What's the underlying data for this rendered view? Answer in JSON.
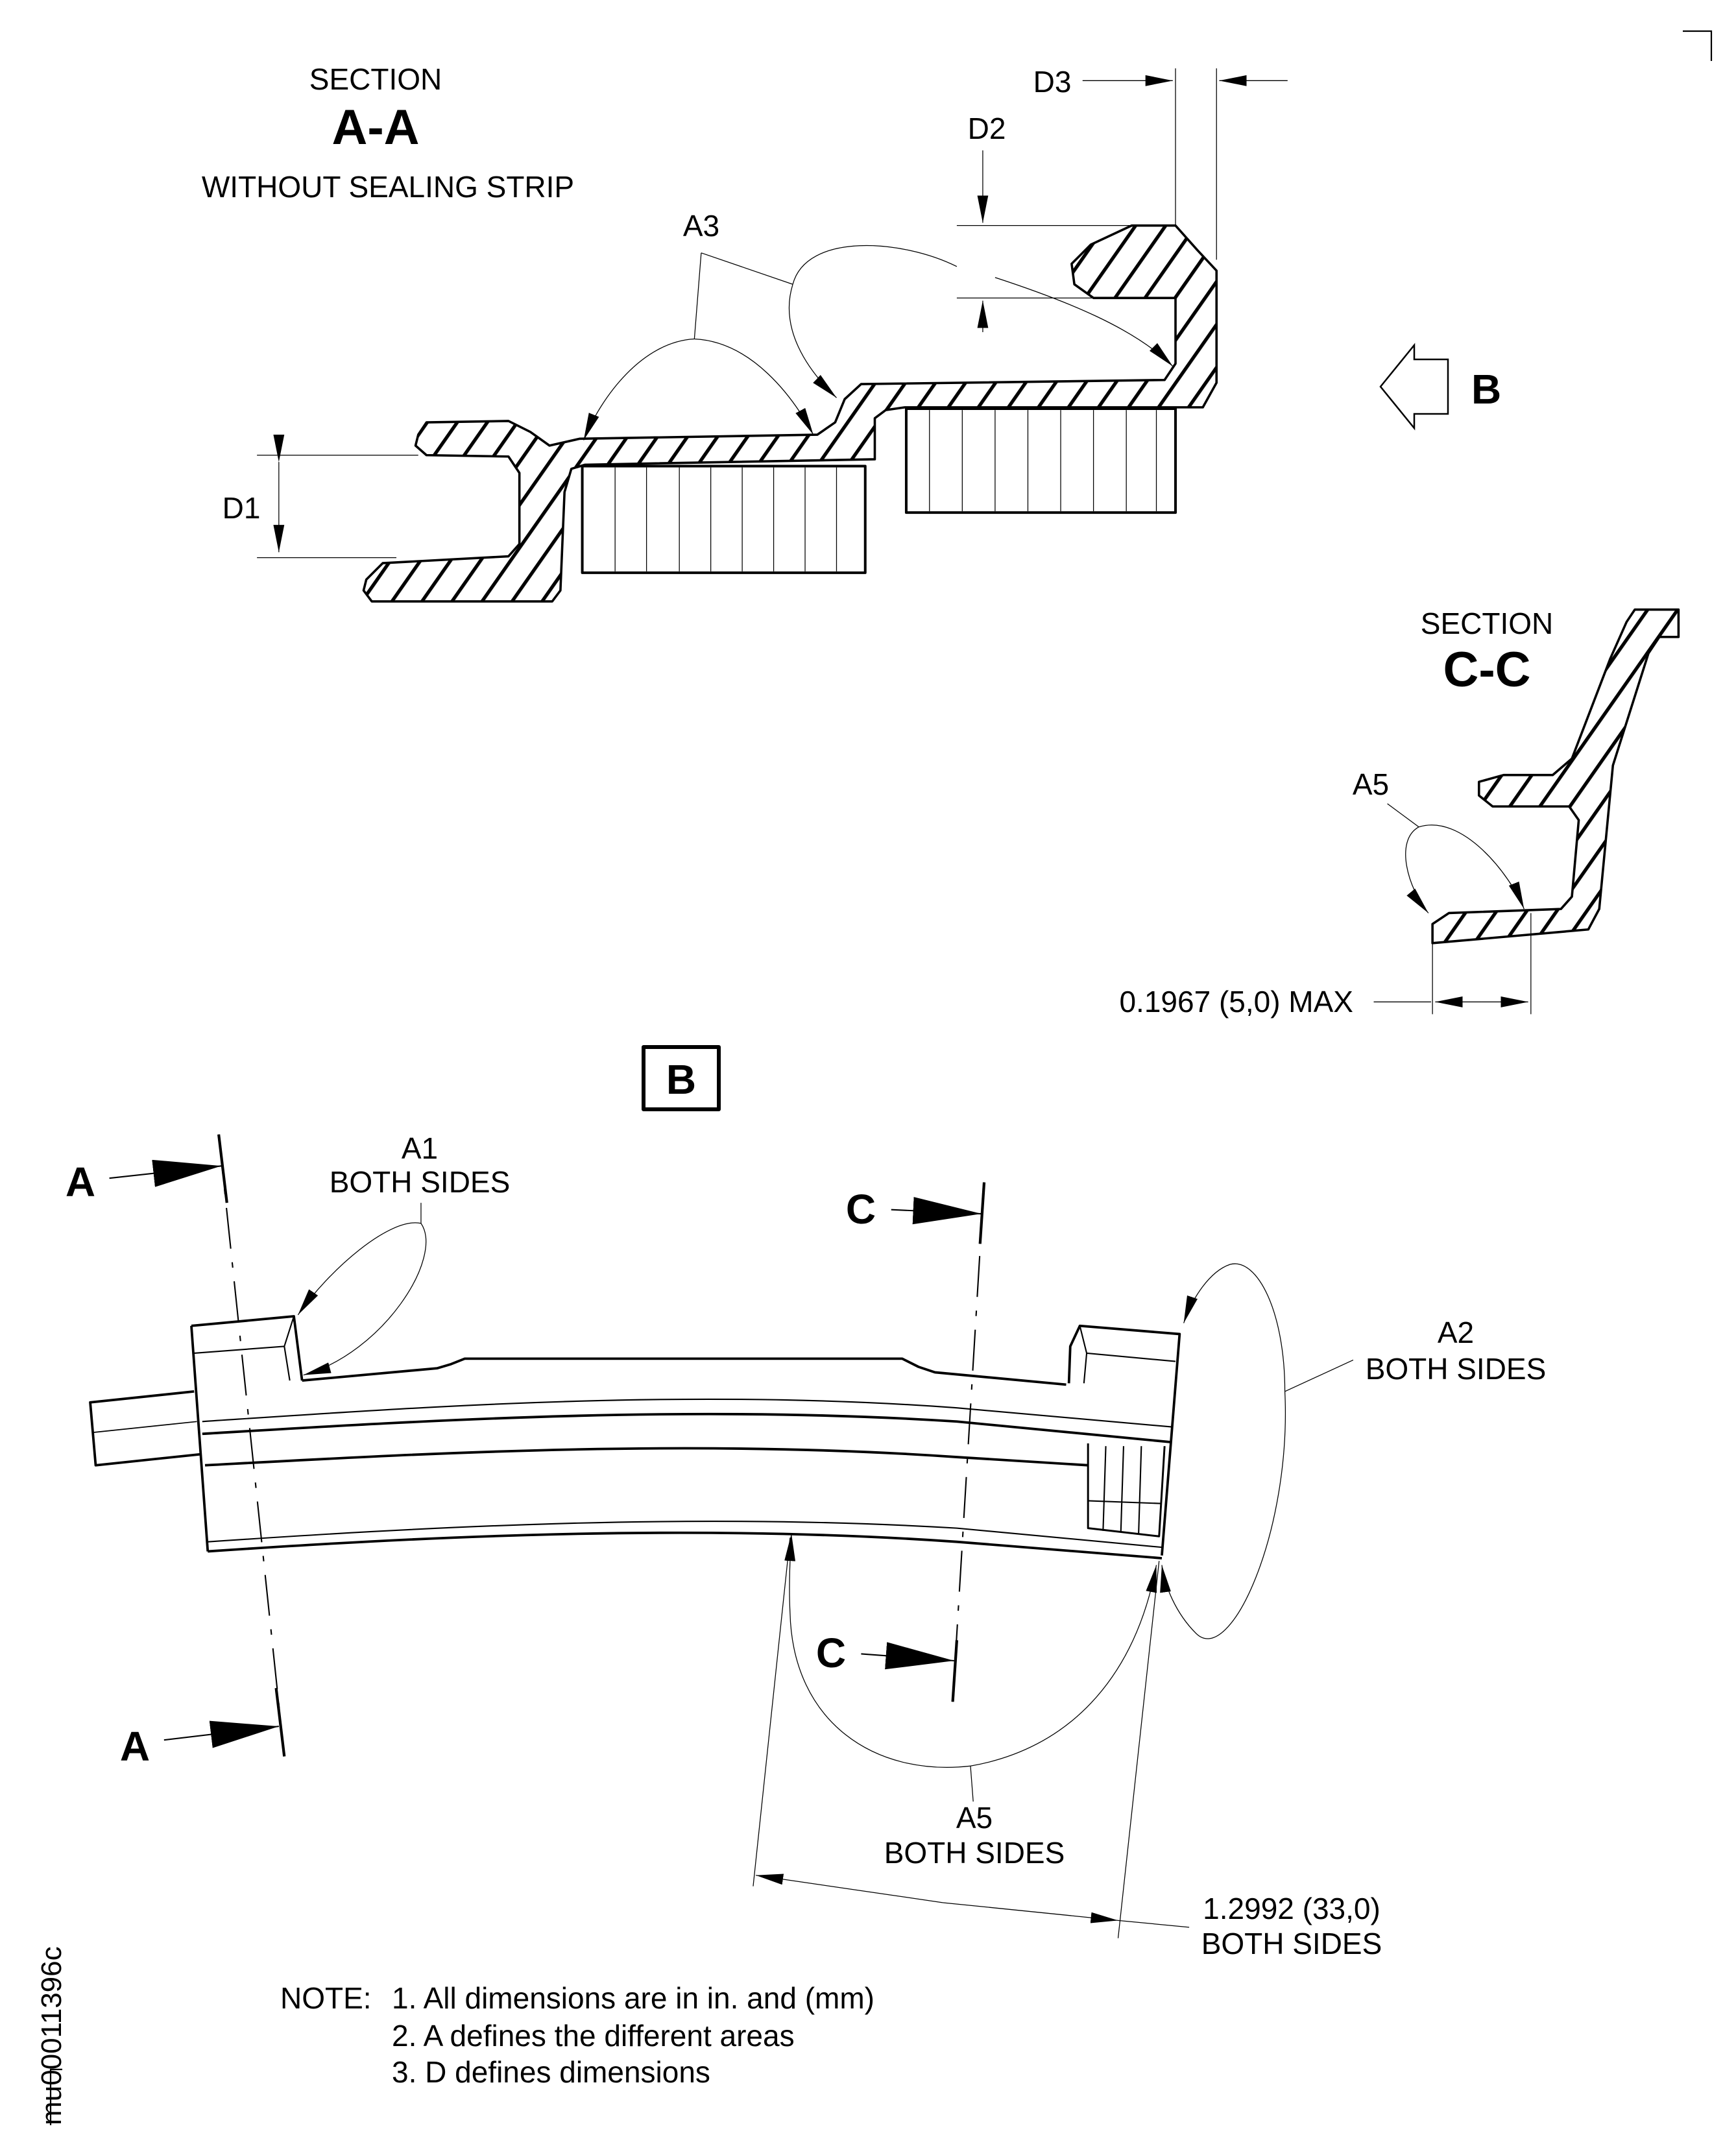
{
  "section_aa": {
    "title_word": "SECTION",
    "title_letters": "A-A",
    "subtitle": "WITHOUT SEALING STRIP",
    "labels": {
      "d1": "D1",
      "d2": "D2",
      "d3": "D3",
      "a3": "A3"
    }
  },
  "view_arrow": {
    "letter": "B"
  },
  "section_cc": {
    "title_word": "SECTION",
    "title_letters": "C-C",
    "area_label": "A5",
    "dimension": "0.1967 (5,0) MAX"
  },
  "view_b": {
    "box_letter": "B",
    "cut_a_top": "A",
    "cut_a_bottom": "A",
    "cut_c_top": "C",
    "cut_c_bottom": "C",
    "a1_label": "A1",
    "a1_sub": "BOTH SIDES",
    "a2_label": "A2",
    "a2_sub": "BOTH SIDES",
    "a5_label": "A5",
    "a5_sub": "BOTH SIDES",
    "dim_value": "1.2992 (33,0)",
    "dim_sub": "BOTH SIDES"
  },
  "notes": {
    "prefix": "NOTE:",
    "items": [
      "1. All dimensions are in in. and (mm)",
      "2. A defines the different areas",
      "3. D defines dimensions"
    ]
  },
  "figure_id": "mu00011396c"
}
